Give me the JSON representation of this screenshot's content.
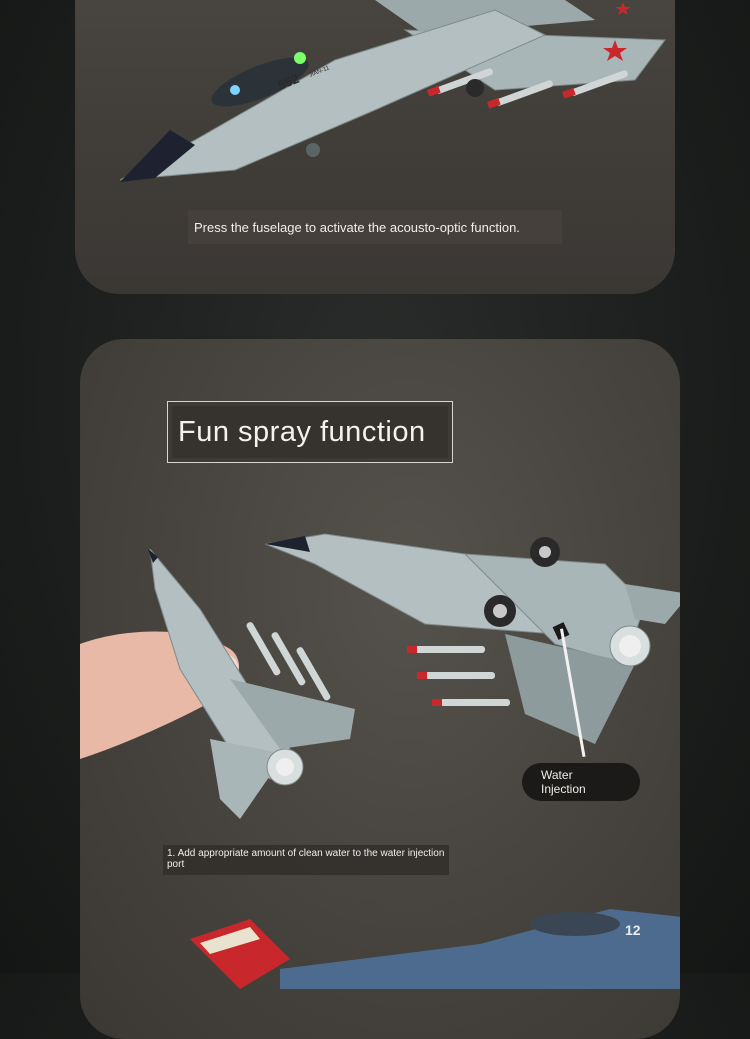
{
  "top_panel": {
    "caption": "Press the fuselage to activate the acousto-optic function.",
    "jet_code": "552",
    "jet_code_suffix": "JIAN-11"
  },
  "bottom_panel": {
    "title": "Fun spray function",
    "callout": {
      "line1": "Water",
      "line2": "Injection"
    },
    "step_caption": "1. Add appropriate amount of clean water to the water injection port",
    "tail_number": "12"
  },
  "colors": {
    "page_bg": "#1a1c1b",
    "panel": "#46433e",
    "jet_grey": "#a9b6b7",
    "jet_dark": "#7e8a8b",
    "missile_red": "#c8282b",
    "callout_bg": "#1b1a18"
  }
}
